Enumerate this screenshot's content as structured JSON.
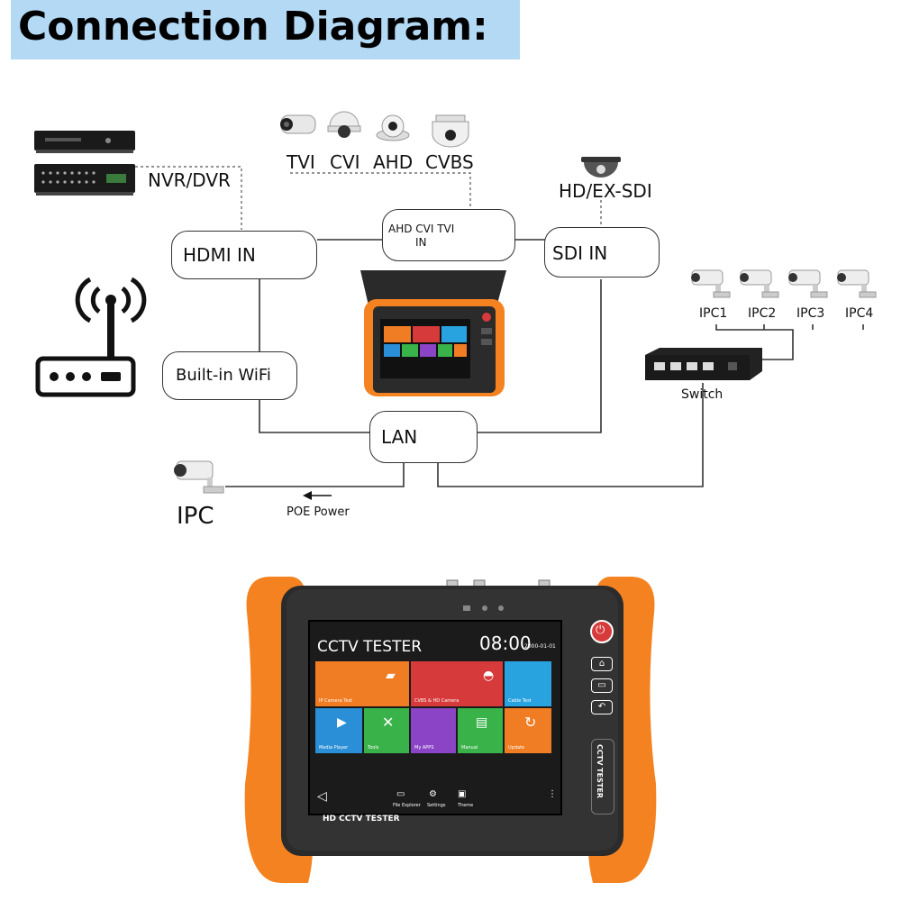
{
  "title": "Connection Diagram:",
  "labels": {
    "nvr_dvr": "NVR/DVR",
    "tvi": "TVI",
    "cvi": "CVI",
    "ahd": "AHD",
    "cvbs": "CVBS",
    "hd_ex_sdi": "HD/EX-SDI",
    "hdmi_in": "HDMI IN",
    "ahd_cvi_tvi_in_line1": "AHD CVI TVI",
    "ahd_cvi_tvi_in_line2": "IN",
    "sdi_in": "SDI IN",
    "builtin_wifi": "Built-in WiFi",
    "lan": "LAN",
    "ipc": "IPC",
    "poe_power": "POE Power",
    "switch": "Switch",
    "ipc1": "IPC1",
    "ipc2": "IPC2",
    "ipc3": "IPC3",
    "ipc4": "IPC4"
  },
  "device": {
    "screen_title": "CCTV TESTER",
    "clock": "08:00",
    "date": "2000-01-01",
    "tiles": [
      {
        "label": "IP Camera Test",
        "color": "#f07d23"
      },
      {
        "label": "CVBS & HD Camera",
        "color": "#d63a3a"
      },
      {
        "label": "Cable Test",
        "color": "#29a3e0"
      },
      {
        "label": "Media Player",
        "color": "#2a8fd6"
      },
      {
        "label": "Tools",
        "color": "#3ab24a"
      },
      {
        "label": "My APPS",
        "color": "#8a44c5"
      },
      {
        "label": "Manual",
        "color": "#3ab24a"
      },
      {
        "label": "Update",
        "color": "#f07d23"
      }
    ],
    "dock": {
      "file_explorer": "File Explorer",
      "settings": "Settings",
      "theme": "Theme"
    },
    "bezel_label": "HD CCTV TESTER",
    "side_label": "CCTV TESTER",
    "accent": "#f58220",
    "body_color": "#2b2b2b"
  }
}
